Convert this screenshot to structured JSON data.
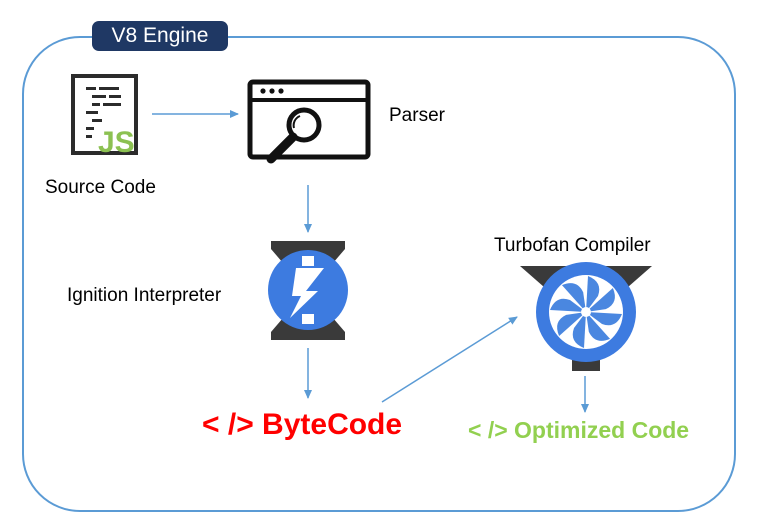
{
  "header": {
    "title": "V8 Engine"
  },
  "nodes": {
    "source_code": {
      "label": "Source Code",
      "icon": "js-file-icon",
      "badge": "JS"
    },
    "parser": {
      "label": "Parser",
      "icon": "browser-search-icon"
    },
    "ignition": {
      "label": "Ignition Interpreter",
      "icon": "ignition-logo-icon"
    },
    "turbofan": {
      "label": "Turbofan Compiler",
      "icon": "turbofan-logo-icon"
    },
    "bytecode": {
      "label": "< /> ByteCode"
    },
    "optimized": {
      "label": "< /> Optimized Code"
    }
  },
  "colors": {
    "frame": "#5b9bd5",
    "title_bg": "#1f3864",
    "arrow": "#5b9bd5",
    "bytecode": "#ff0000",
    "optimized": "#92d050",
    "js_badge": "#8cc152",
    "logo_blue": "#3d7be0"
  }
}
